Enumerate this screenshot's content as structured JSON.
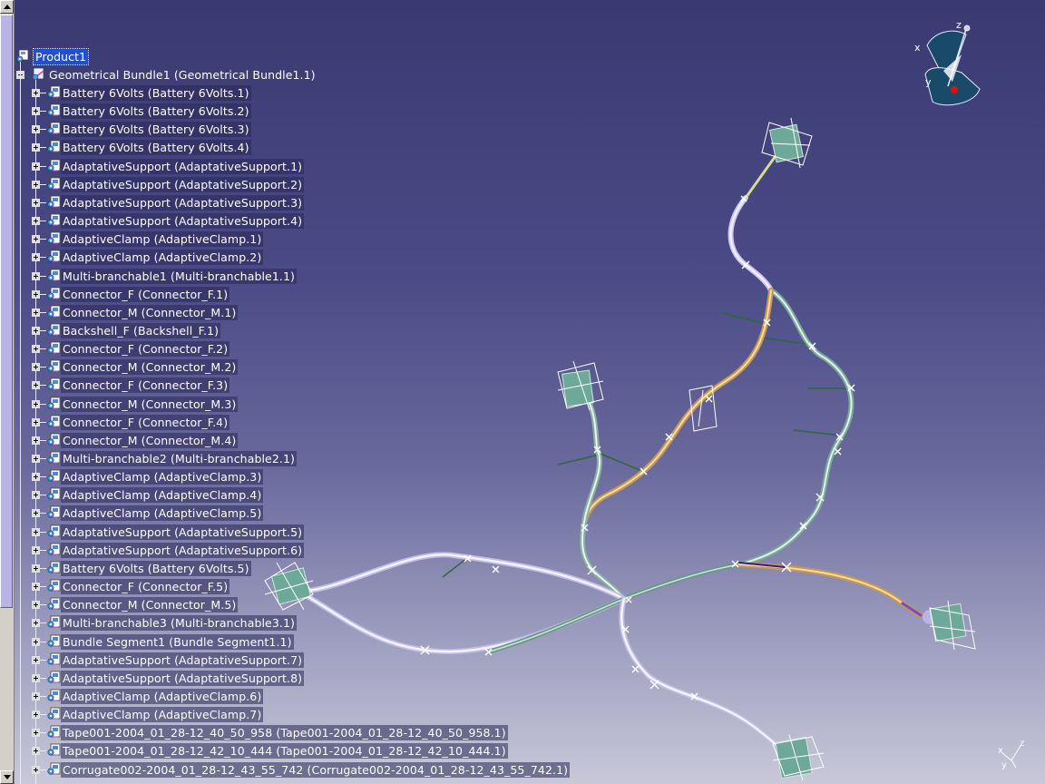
{
  "tree": {
    "root_label": "Product1",
    "bundle_label": "Geometrical Bundle1 (Geometrical Bundle1.1)",
    "items": [
      "Battery 6Volts (Battery 6Volts.1)",
      "Battery 6Volts (Battery 6Volts.2)",
      "Battery 6Volts (Battery 6Volts.3)",
      "Battery 6Volts (Battery 6Volts.4)",
      "AdaptativeSupport (AdaptativeSupport.1)",
      "AdaptativeSupport (AdaptativeSupport.2)",
      "AdaptativeSupport (AdaptativeSupport.3)",
      "AdaptativeSupport (AdaptativeSupport.4)",
      "AdaptiveClamp (AdaptiveClamp.1)",
      "AdaptiveClamp (AdaptiveClamp.2)",
      "Multi-branchable1 (Multi-branchable1.1)",
      "Connector_F (Connector_F.1)",
      "Connector_M (Connector_M.1)",
      "Backshell_F (Backshell_F.1)",
      "Connector_F (Connector_F.2)",
      "Connector_M (Connector_M.2)",
      "Connector_F (Connector_F.3)",
      "Connector_M (Connector_M.3)",
      "Connector_F (Connector_F.4)",
      "Connector_M (Connector_M.4)",
      "Multi-branchable2 (Multi-branchable2.1)",
      "AdaptiveClamp (AdaptiveClamp.3)",
      "AdaptiveClamp (AdaptiveClamp.4)",
      "AdaptiveClamp (AdaptiveClamp.5)",
      "AdaptativeSupport (AdaptativeSupport.5)",
      "AdaptativeSupport (AdaptativeSupport.6)",
      "Battery 6Volts (Battery 6Volts.5)",
      "Connector_F (Connector_F.5)",
      "Connector_M (Connector_M.5)",
      "Multi-branchable3 (Multi-branchable3.1)",
      "Bundle Segment1 (Bundle Segment1.1)",
      "AdaptativeSupport (AdaptativeSupport.7)",
      "AdaptativeSupport (AdaptativeSupport.8)",
      "AdaptiveClamp (AdaptiveClamp.6)",
      "AdaptiveClamp (AdaptiveClamp.7)",
      "Tape001-2004_01_28-12_40_50_958 (Tape001-2004_01_28-12_40_50_958.1)",
      "Tape001-2004_01_28-12_42_10_444 (Tape001-2004_01_28-12_42_10_444.1)",
      "Corrugate002-2004_01_28-12_43_55_742 (Corrugate002-2004_01_28-12_43_55_742.1)"
    ]
  },
  "compass": {
    "x_label": "x",
    "y_label": "y",
    "z_label": "z"
  },
  "mini_axis": {
    "x_label": "x",
    "y_label": "y",
    "z_label": "z"
  },
  "icons": {
    "root": "product-icon",
    "bundle": "geometrical-bundle-icon",
    "child": "part-component-icon"
  },
  "colors": {
    "background_top": "#3a3a72",
    "background_bottom": "#c8c8d8",
    "selection": "#2050d0",
    "bundle_white": "#e8e6f6",
    "bundle_green": "#9cc4b0",
    "bundle_orange": "#e0b060",
    "connector": "#6ea898"
  }
}
